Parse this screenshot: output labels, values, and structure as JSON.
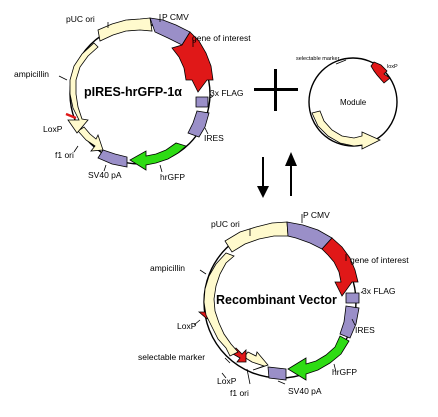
{
  "colors": {
    "ori_amp": "#FFFACD",
    "promoter": "#9A8FC8",
    "gene": "#E01818",
    "reporter": "#2EDC14",
    "marker": "#E01818",
    "line": "#000000"
  },
  "top_vector": {
    "title": "pIRES-hrGFP-1α",
    "labels": {
      "puc_ori": "pUC ori",
      "p_cmv": "P CMV",
      "gene_of_interest": "gene of interest",
      "flag": "3x FLAG",
      "ires": "IRES",
      "hrgfp": "hrGFP",
      "sv40": "SV40 pA",
      "f1_ori": "f1  ori",
      "loxp": "LoxP",
      "ampicillin": "ampicillin"
    }
  },
  "module": {
    "label": "Module",
    "selectable_marker": "selectable marker",
    "loxp": "loxP"
  },
  "symbols": {
    "plus": "+"
  },
  "bottom_vector": {
    "title": "Recombinant Vector",
    "labels": {
      "puc_ori": "pUC ori",
      "p_cmv": "P CMV",
      "gene_of_interest": "gene of interest",
      "flag": "3x FLAG",
      "ires": "IRES",
      "hrgfp": "hrGFP",
      "sv40": "SV40  pA",
      "f1_ori": "f1  ori",
      "loxp_upper": "LoxP",
      "loxp_lower": "LoxP",
      "selectable_marker": "selectable marker",
      "ampicillin": "ampicillin"
    }
  }
}
